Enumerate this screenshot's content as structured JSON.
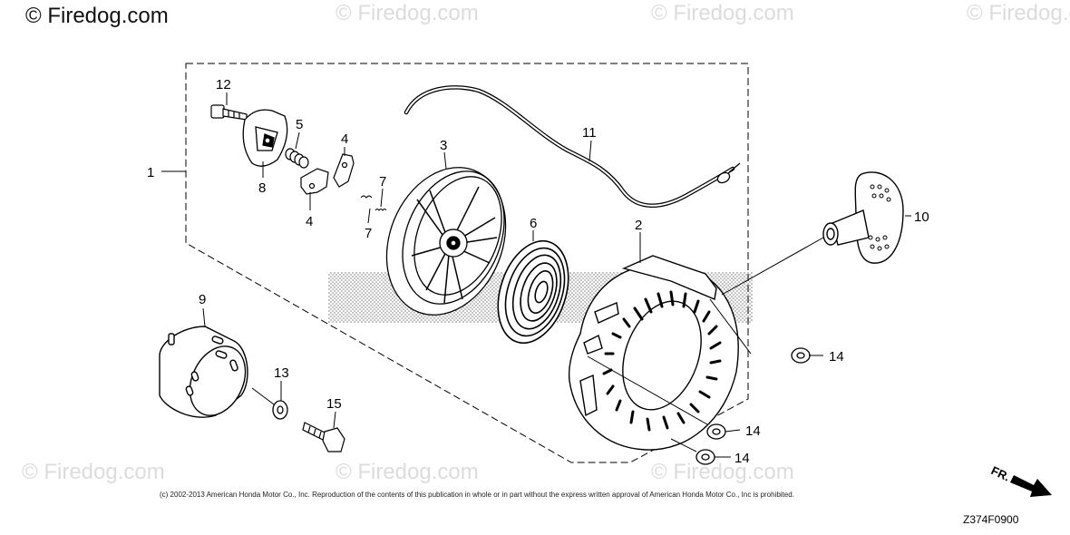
{
  "watermark": {
    "main": "© Firedog.com",
    "faint": [
      "© Firedog.com",
      "© Firedog.com",
      "© Firedog.com",
      "© Firedog.com",
      "© Firedog.com",
      "© Firedog.com"
    ]
  },
  "callouts": {
    "c1": "1",
    "c2": "2",
    "c3": "3",
    "c4a": "4",
    "c4b": "4",
    "c5": "5",
    "c6": "6",
    "c7a": "7",
    "c7b": "7",
    "c8": "8",
    "c9": "9",
    "c10": "10",
    "c11": "11",
    "c12": "12",
    "c13": "13",
    "c14a": "14",
    "c14b": "14",
    "c14c": "14",
    "c15": "15"
  },
  "footer": {
    "copyright": "(c) 2002-2013 American Honda Motor Co., Inc. Reproduction of the contents of this publication in whole or in part without the express written approval of American Honda Motor Co., Inc is prohibited.",
    "diagram_code": "Z374F0900",
    "direction_label": "FR."
  },
  "colors": {
    "line": "#000000",
    "watermark": "#dcdcdc",
    "screen": "#b5b5b5"
  }
}
